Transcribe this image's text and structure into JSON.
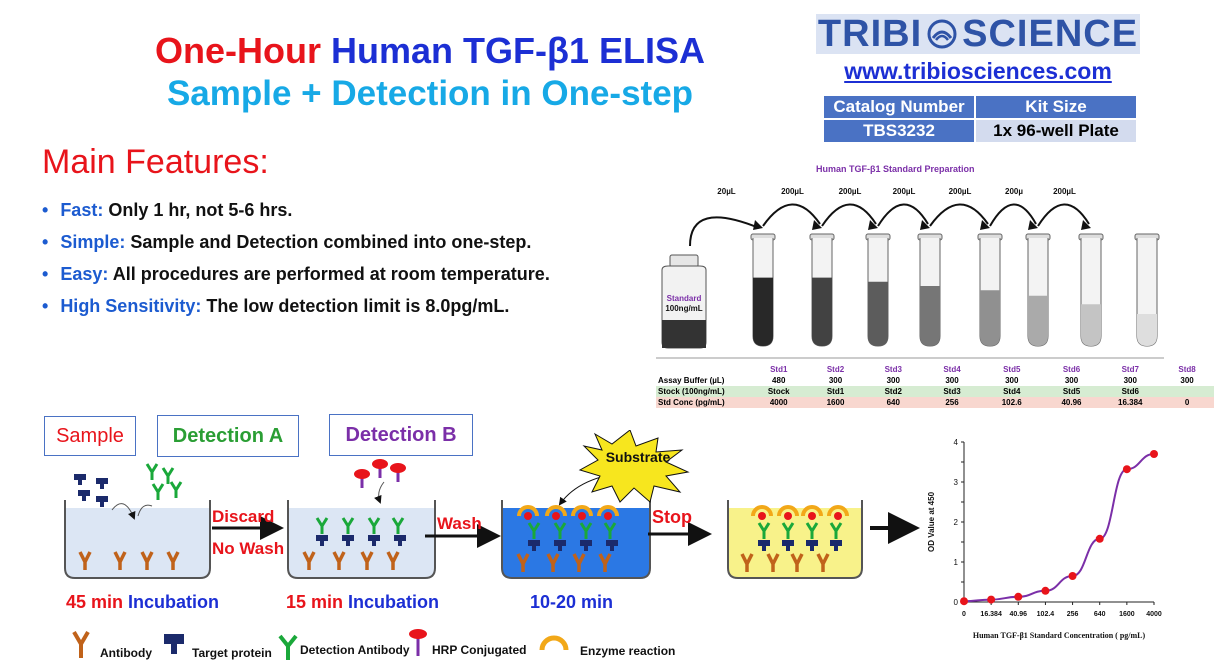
{
  "header": {
    "title_red": "One-Hour",
    "title_blue": "Human TGF-β1 ELISA",
    "subtitle": "Sample + Detection in One-step"
  },
  "brand": {
    "name_left": "TRIBI",
    "name_right": "SCIENCE",
    "url": "www.tribiosciences.com",
    "catalog_label": "Catalog Number",
    "kit_size_label": "Kit Size",
    "catalog_number": "TBS3232",
    "kit_size": "1x 96-well Plate"
  },
  "features": {
    "heading": "Main Features:",
    "items": [
      {
        "key": "Fast:",
        "text": " Only 1 hr,  not 5-6 hrs."
      },
      {
        "key": "Simple:",
        "text": " Sample and Detection combined into one-step."
      },
      {
        "key": "Easy:",
        "text": " All procedures are performed at room temperature."
      },
      {
        "key": "High Sensitivity:",
        "text": " The low detection limit is 8.0pg/mL."
      }
    ]
  },
  "prep": {
    "title": "Human TGF-β1 Standard Preparation",
    "volumes": [
      "20µL",
      "200µL",
      "200µL",
      "200µL",
      "200µL",
      "200µ",
      "200µL"
    ],
    "vial_label1": "Standard",
    "vial_label2": "100ng/mL",
    "tube_fill": [
      0.28,
      0.28,
      0.34,
      0.4,
      0.46,
      0.54,
      0.66,
      0.8
    ],
    "headers": [
      "Std1",
      "Std2",
      "Std3",
      "Std4",
      "Std5",
      "Std6",
      "Std7",
      "Std8"
    ],
    "rows": [
      {
        "label": "Assay Buffer (µL)",
        "values": [
          "480",
          "300",
          "300",
          "300",
          "300",
          "300",
          "300",
          "300"
        ]
      },
      {
        "label": "Stock (100ng/mL)",
        "values": [
          "Stock",
          "Std1",
          "Std2",
          "Std3",
          "Std4",
          "Std5",
          "Std6",
          ""
        ]
      },
      {
        "label": "Std Conc (pg/mL)",
        "values": [
          "4000",
          "1600",
          "640",
          "256",
          "102.6",
          "40.96",
          "16.384",
          "0"
        ]
      }
    ],
    "colors": {
      "header": "#7b2fa8",
      "row1": "#ffffff",
      "row2": "#d6ecd2",
      "row3": "#f8d7cf"
    }
  },
  "workflow": {
    "sample_label": "Sample",
    "detA_label": "Detection A",
    "detB_label": "Detection B",
    "discard": "Discard",
    "no_wash": "No Wash",
    "wash": "Wash",
    "stop": "Stop",
    "substrate": "Substrate",
    "step1_time": "45 min",
    "step1_word": "Incubation",
    "step2_time": "15 min",
    "step2_word": "Incubation",
    "step3_time": "10-20 min"
  },
  "legend": {
    "antibody": "Antibody",
    "target": "Target protein",
    "detection": "Detection Antibody",
    "hrp": "HRP Conjugated",
    "enzyme": "Enzyme reaction"
  },
  "chart_data": {
    "type": "line",
    "x": [
      0,
      16.384,
      40.96,
      102.4,
      256,
      640,
      1600,
      4000
    ],
    "categories": [
      "0",
      "16.384",
      "40.96",
      "102.4",
      "256",
      "640",
      "1600",
      "4000"
    ],
    "values": [
      0.02,
      0.06,
      0.13,
      0.28,
      0.65,
      1.58,
      3.32,
      3.7
    ],
    "xlabel": "Human TGF-β1 Standard Concentration ( pg/mL)",
    "ylabel": "OD Value at 450",
    "ylim": [
      0,
      4
    ],
    "yticks": [
      "0",
      "0.5",
      "1",
      "1.5",
      "2",
      "2.5",
      "3",
      "3.5",
      "4"
    ],
    "x_scale": "categorical (log-spaced)",
    "line_color": "#7b2fa8",
    "marker_color": "#e8141b"
  }
}
